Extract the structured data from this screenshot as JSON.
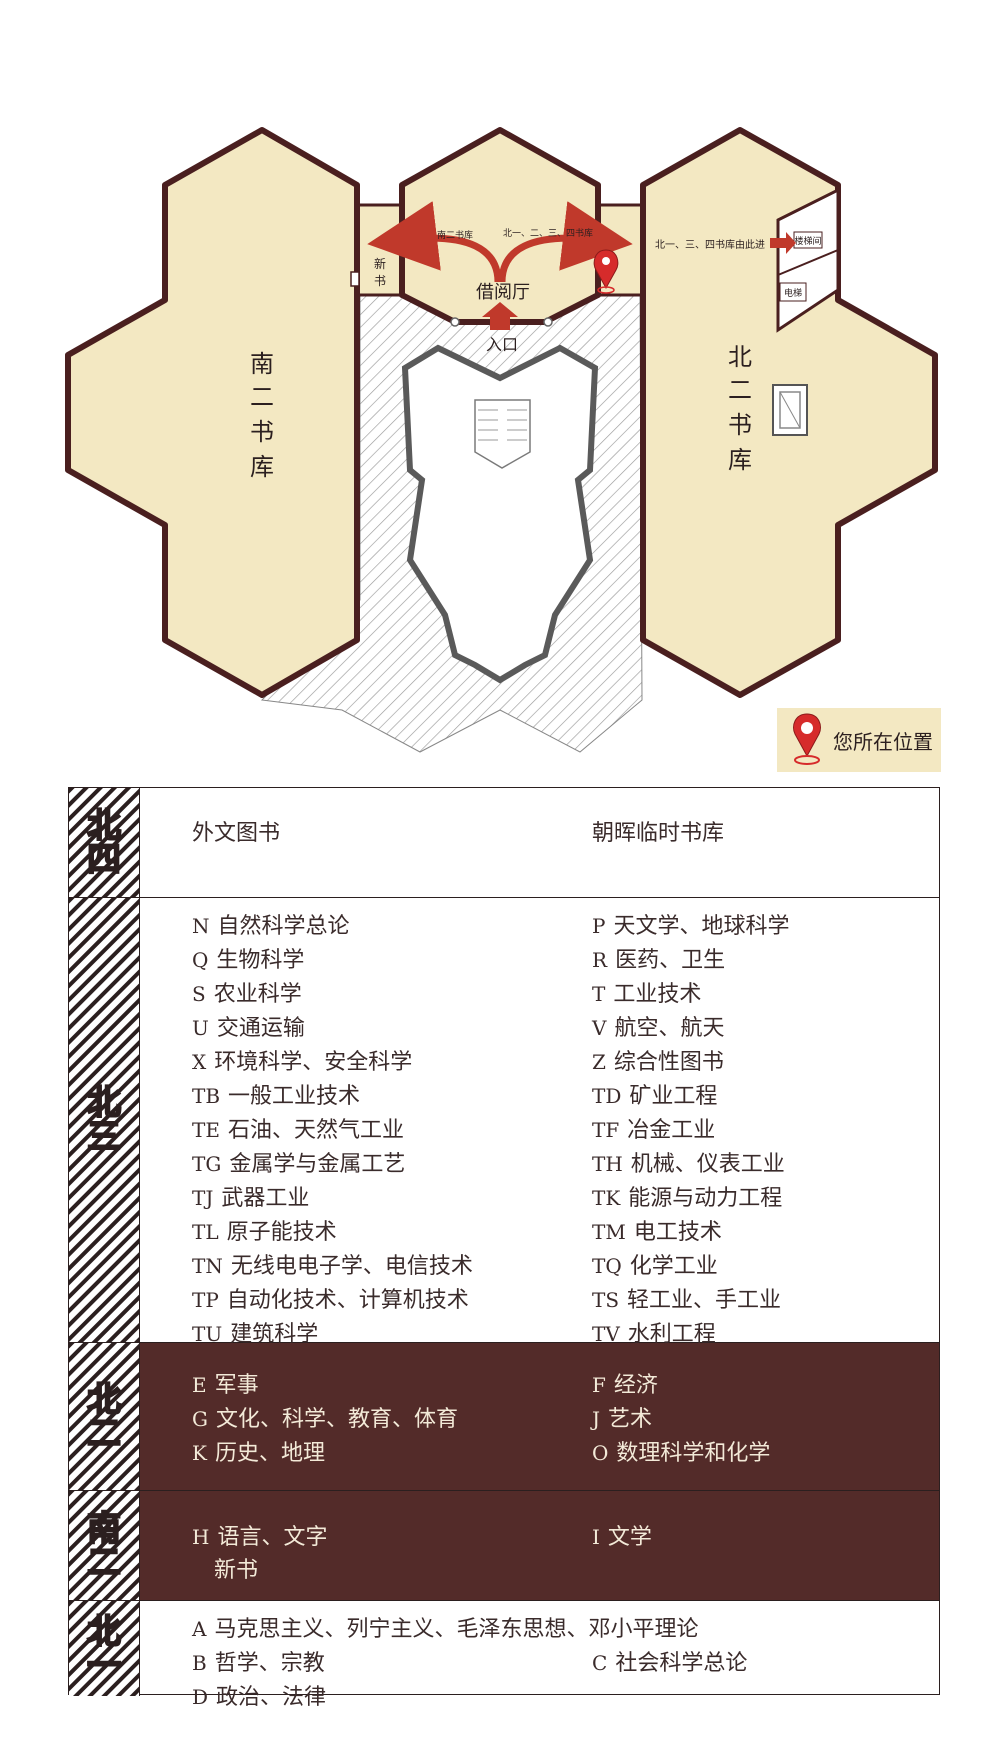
{
  "map": {
    "rooms": {
      "south2": "南二书库",
      "north2": "北二书库",
      "hall": "借阅厅",
      "new_books": "新书",
      "entrance": "入口",
      "stairs": "楼梯间",
      "elevator": "电梯"
    },
    "arrows": {
      "to_south2": "南二书库",
      "to_north": "北一、二、三、四书库",
      "north_enter": "北一、三、四书库由此进"
    },
    "legend": {
      "label": "您所在位置",
      "icon": "location-pin-icon"
    },
    "colors": {
      "room_fill": "#f3e8c2",
      "wall": "#4a1f1f",
      "accent": "#c0392b",
      "dark_row": "#532b29"
    }
  },
  "floors": [
    {
      "label": "北四",
      "chars": [
        "北",
        "四"
      ],
      "dark": false,
      "left": [
        {
          "code": "",
          "name": "外文图书"
        }
      ],
      "right": [
        {
          "code": "",
          "name": "朝晖临时书库"
        }
      ]
    },
    {
      "label": "北三",
      "chars": [
        "北",
        "三"
      ],
      "dark": false,
      "left": [
        {
          "code": "N",
          "name": "自然科学总论"
        },
        {
          "code": "Q",
          "name": "生物科学"
        },
        {
          "code": "S",
          "name": "农业科学"
        },
        {
          "code": "U",
          "name": "交通运输"
        },
        {
          "code": "X",
          "name": "环境科学、安全科学"
        },
        {
          "code": "TB",
          "name": "一般工业技术"
        },
        {
          "code": "TE",
          "name": "石油、天然气工业"
        },
        {
          "code": "TG",
          "name": "金属学与金属工艺"
        },
        {
          "code": "TJ",
          "name": "武器工业"
        },
        {
          "code": "TL",
          "name": "原子能技术"
        },
        {
          "code": "TN",
          "name": "无线电电子学、电信技术"
        },
        {
          "code": "TP",
          "name": "自动化技术、计算机技术"
        },
        {
          "code": "TU",
          "name": "建筑科学"
        }
      ],
      "right": [
        {
          "code": "P",
          "name": "天文学、地球科学"
        },
        {
          "code": "R",
          "name": "医药、卫生"
        },
        {
          "code": "T",
          "name": "工业技术"
        },
        {
          "code": "V",
          "name": "航空、航天"
        },
        {
          "code": "Z",
          "name": "综合性图书"
        },
        {
          "code": "TD",
          "name": "矿业工程"
        },
        {
          "code": "TF",
          "name": "冶金工业"
        },
        {
          "code": "TH",
          "name": "机械、仪表工业"
        },
        {
          "code": "TK",
          "name": "能源与动力工程"
        },
        {
          "code": "TM",
          "name": "电工技术"
        },
        {
          "code": "TQ",
          "name": "化学工业"
        },
        {
          "code": "TS",
          "name": "轻工业、手工业"
        },
        {
          "code": "TV",
          "name": "水利工程"
        }
      ]
    },
    {
      "label": "北二",
      "chars": [
        "北",
        "二"
      ],
      "dark": true,
      "left": [
        {
          "code": "E",
          "name": "军事"
        },
        {
          "code": "G",
          "name": "文化、科学、教育、体育"
        },
        {
          "code": "K",
          "name": "历史、地理"
        }
      ],
      "right": [
        {
          "code": "F",
          "name": "经济"
        },
        {
          "code": "J",
          "name": "艺术"
        },
        {
          "code": "O",
          "name": "数理科学和化学"
        }
      ]
    },
    {
      "label": "南二",
      "chars": [
        "南",
        "二"
      ],
      "dark": true,
      "left": [
        {
          "code": "H",
          "name": "语言、文字"
        },
        {
          "code": "",
          "name": "新书"
        }
      ],
      "right": [
        {
          "code": "I",
          "name": "文学"
        }
      ]
    },
    {
      "label": "北一",
      "chars": [
        "北",
        "一"
      ],
      "dark": false,
      "left": [
        {
          "code": "A",
          "name": "马克思主义、列宁主义、毛泽东思想、邓小平理论"
        },
        {
          "code": "B",
          "name": "哲学、宗教"
        },
        {
          "code": "D",
          "name": "政治、法律"
        }
      ],
      "right": [
        {
          "code": "",
          "name": ""
        },
        {
          "code": "C",
          "name": "社会科学总论"
        }
      ]
    }
  ]
}
